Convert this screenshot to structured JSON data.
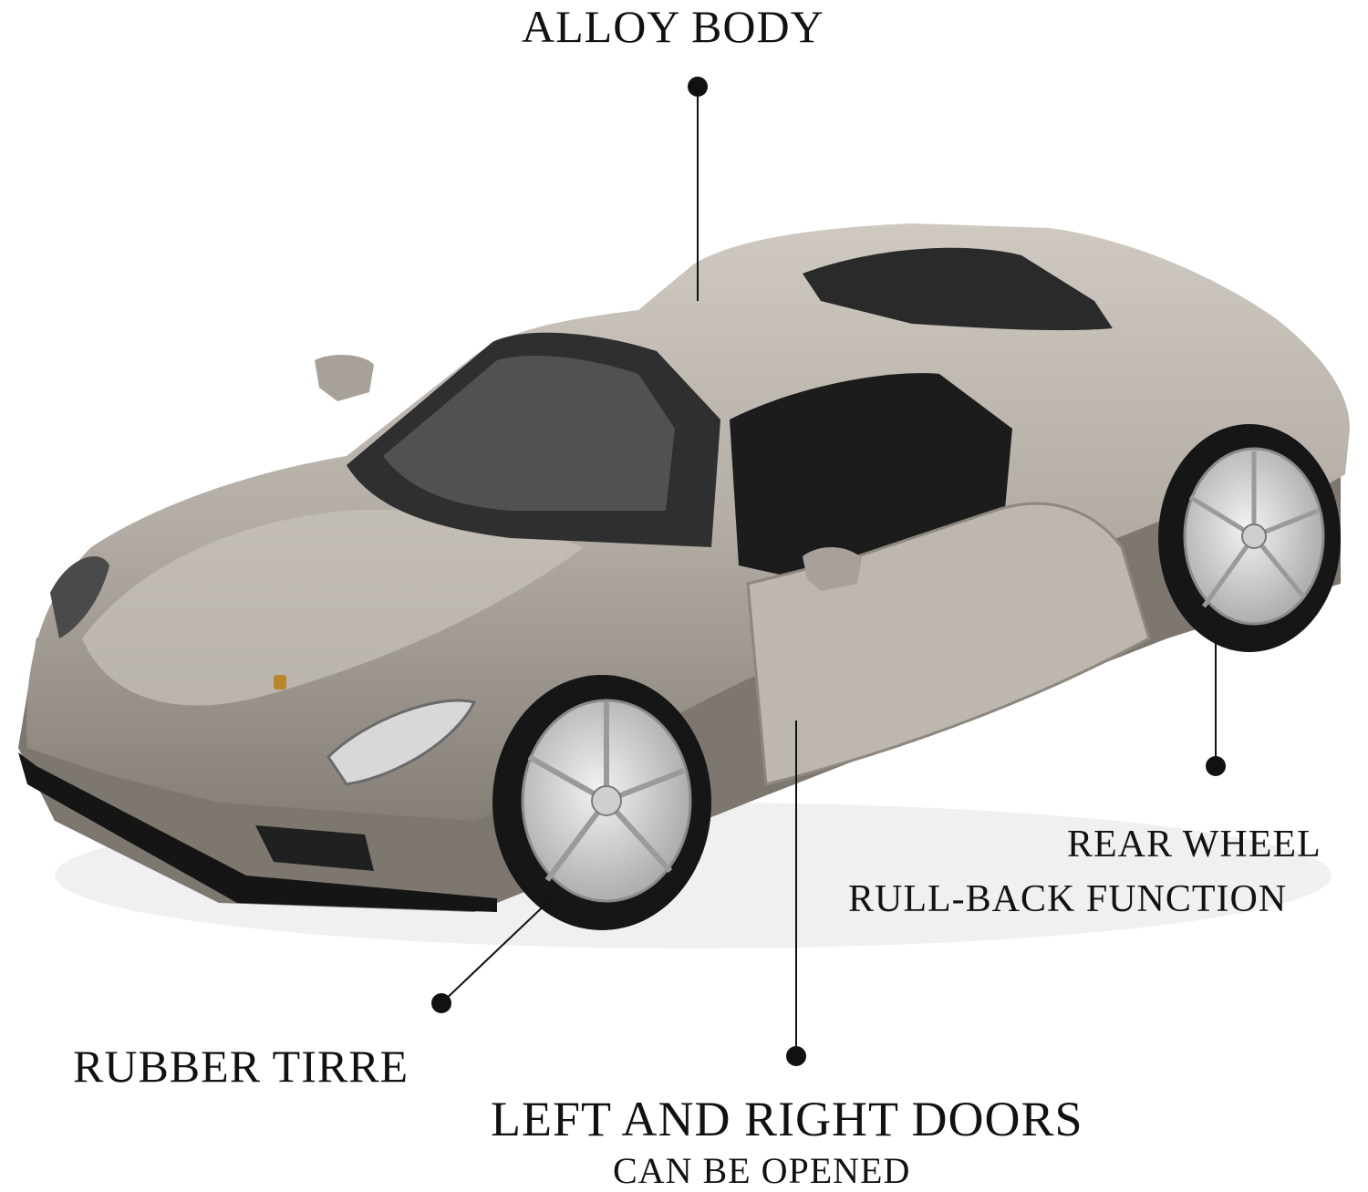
{
  "callouts": {
    "alloy_body": "ALLOY BODY",
    "rear_wheel_line1": "REAR WHEEL",
    "rear_wheel_line2": "RULL-BACK FUNCTION",
    "rubber_tire": "RUBBER TIRRE",
    "doors_line1": "LEFT AND RIGHT DOORS",
    "doors_line2": "CAN BE OPENED"
  },
  "image": {
    "subject": "silver-grey die-cast sports car model with driver door open",
    "colors": {
      "body": "#b3ada5",
      "body_dark": "#8b857e",
      "tire": "#1a1a1a",
      "rim": "#d9d9d9",
      "glass": "#2b2b2b",
      "callout_line": "#111111"
    }
  }
}
